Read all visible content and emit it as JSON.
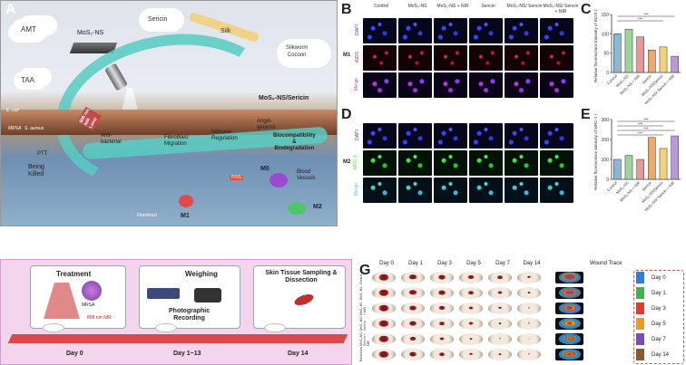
{
  "panels": {
    "A": "A",
    "B": "B",
    "C": "C",
    "D": "D",
    "E": "E",
    "F": "F",
    "G": "G"
  },
  "panelA": {
    "labels": {
      "amt": "AMT",
      "taa": "TAA",
      "mos2ns": "MoS₂-NS",
      "sericin": "Sericin",
      "silk": "Silk",
      "cocoon_line1": "Silkworm",
      "cocoon_line2": "Cocoon",
      "mos2ns_sericin": "MoS₂-NS/Sericin",
      "ecoli": "E. coli",
      "mrsa": "MRSA",
      "saureus": "S. aureus",
      "ptt": "PTT",
      "being_killed_line1": "Being",
      "being_killed_line2": "Killed",
      "nir_line1": "808 nm",
      "nir_line2": "NIR",
      "nir_line3": "Laser",
      "anti_line1": "Anti-",
      "anti_line2": "bacterial",
      "fibroblast_line1": "Fibroblast",
      "fibroblast_line2": "Migration",
      "immune_line1": "Immune",
      "immune_line2": "Regulation",
      "angio_line1": "Angio-",
      "angio_line2": "genesis",
      "biocomp_line1": "Biocompatibility",
      "biocomp_line2": "&",
      "biocomp_line3": "Biodegradation",
      "m0": "M0",
      "m1": "M1",
      "m2": "M2",
      "ros": "ROS",
      "blood_line1": "Blood",
      "blood_line2": "Vessels",
      "fibroblast_small": "Fibroblast"
    }
  },
  "panelB": {
    "columns": [
      "Control",
      "MoS₂-NS",
      "MoS₂-NS + NIR",
      "Sericin",
      "MoS₂-NS/ Sericin",
      "MoS₂-NS/ Sericin + NIR"
    ],
    "rows": [
      "DAPI",
      "iNOS",
      "Merge"
    ],
    "group": "M1"
  },
  "panelD": {
    "rows": [
      "DAPI",
      "MRC-1",
      "Merge"
    ],
    "group": "M2"
  },
  "chart_data": [
    {
      "type": "bar",
      "panel": "C",
      "categories": [
        "Control",
        "MoS₂-NS",
        "MoS₂-NS + NIR",
        "Sericin",
        "MoS₂-NS/Sericin",
        "MoS₂-NS/ Sericin + NIR"
      ],
      "values": [
        100,
        112,
        92,
        58,
        66,
        42
      ],
      "ylabel": "Relative fluorescence intensity of iNOS (%)",
      "ylim": [
        0,
        150
      ],
      "yticks": [
        "0",
        "50",
        "100",
        "150"
      ],
      "annotations": [
        "***",
        "***"
      ]
    },
    {
      "type": "bar",
      "panel": "E",
      "categories": [
        "Control",
        "MoS₂-NS",
        "MoS₂-NS + NIR",
        "Sericin",
        "MoS₂-NS/Sericin",
        "MoS₂-NS/ Sericin + NIR"
      ],
      "values": [
        100,
        120,
        100,
        210,
        155,
        218
      ],
      "ylabel": "Relative fluorescence intensity of MRC-1 (%)",
      "ylim": [
        0,
        300
      ],
      "yticks": [
        "0",
        "100",
        "200",
        "300"
      ],
      "annotations": [
        "***",
        "***",
        "***",
        "***"
      ]
    }
  ],
  "panelF": {
    "stage1_title": "Treatment",
    "stage2_title": "Weighing",
    "stage2_sub_line1": "Photographic",
    "stage2_sub_line2": "Recording",
    "stage3_title_line1": "Skin Tissue Sampling &",
    "stage3_title_line2": "Dissection",
    "mrsa": "MRSA",
    "nir": "808 nm NIR",
    "timeline": [
      "Day 0",
      "Day 1~13",
      "Day 14"
    ]
  },
  "panelG": {
    "days": [
      "Day 0",
      "Day 1",
      "Day 3",
      "Day 5",
      "Day 7",
      "Day 14"
    ],
    "groups": [
      "Control",
      "MoS₂-NS",
      "MoS₂-NS + NIR",
      "MoS₂-NS/ Sericin",
      "MoS₂-NS/ Sericin + NIR",
      "Bactroban"
    ],
    "trace_title": "Wound Trace",
    "legend": [
      {
        "label": "Day 0",
        "color": "#2f7fd8"
      },
      {
        "label": "Day 1",
        "color": "#3bb54a"
      },
      {
        "label": "Day 3",
        "color": "#e23a2e"
      },
      {
        "label": "Day 5",
        "color": "#f39a1e"
      },
      {
        "label": "Day 7",
        "color": "#7c4bb8"
      },
      {
        "label": "Day 14",
        "color": "#8b5a2b"
      }
    ]
  }
}
